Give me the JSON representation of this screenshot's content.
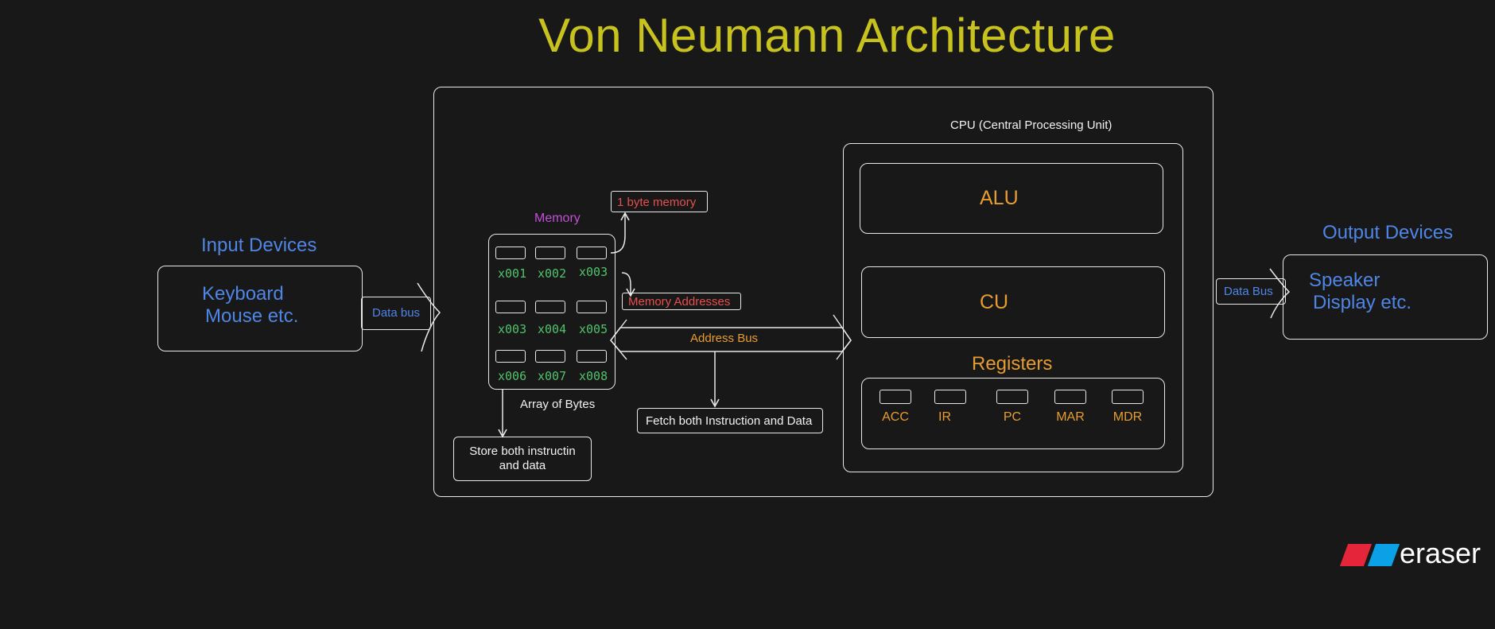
{
  "title": "Von Neumann Architecture",
  "input": {
    "heading": "Input Devices",
    "line1": "Keyboard",
    "line2": "Mouse etc.",
    "bus_label": "Data bus"
  },
  "output": {
    "heading": "Output Devices",
    "line1": "Speaker",
    "line2": "Display etc.",
    "bus_label": "Data Bus"
  },
  "memory": {
    "heading": "Memory",
    "callout_byte": "1 byte memory",
    "callout_addresses": "Memory Addresses",
    "caption": "Array of Bytes",
    "store_note": "Store both instructin and data",
    "cells": [
      [
        "x001",
        "x002",
        "x003"
      ],
      [
        "x003",
        "x004",
        "x005"
      ],
      [
        "x006",
        "x007",
        "x008"
      ]
    ]
  },
  "address_bus": {
    "label": "Address Bus",
    "fetch_note": "Fetch both Instruction and Data"
  },
  "cpu": {
    "heading": "CPU (Central Processing Unit)",
    "alu": "ALU",
    "cu": "CU",
    "registers_heading": "Registers",
    "registers": [
      "ACC",
      "IR",
      "PC",
      "MAR",
      "MDR"
    ]
  },
  "brand": {
    "name": "eraser",
    "colors": {
      "red": "#e5263a",
      "blue": "#0aa1e6"
    }
  },
  "colors": {
    "background": "#181818",
    "title": "#c8c21e",
    "devices": "#4f86e6",
    "cpu_parts": "#e79c32",
    "addresses": "#4fc36b",
    "callouts": "#e5504e",
    "memory_heading": "#c34fd6"
  }
}
